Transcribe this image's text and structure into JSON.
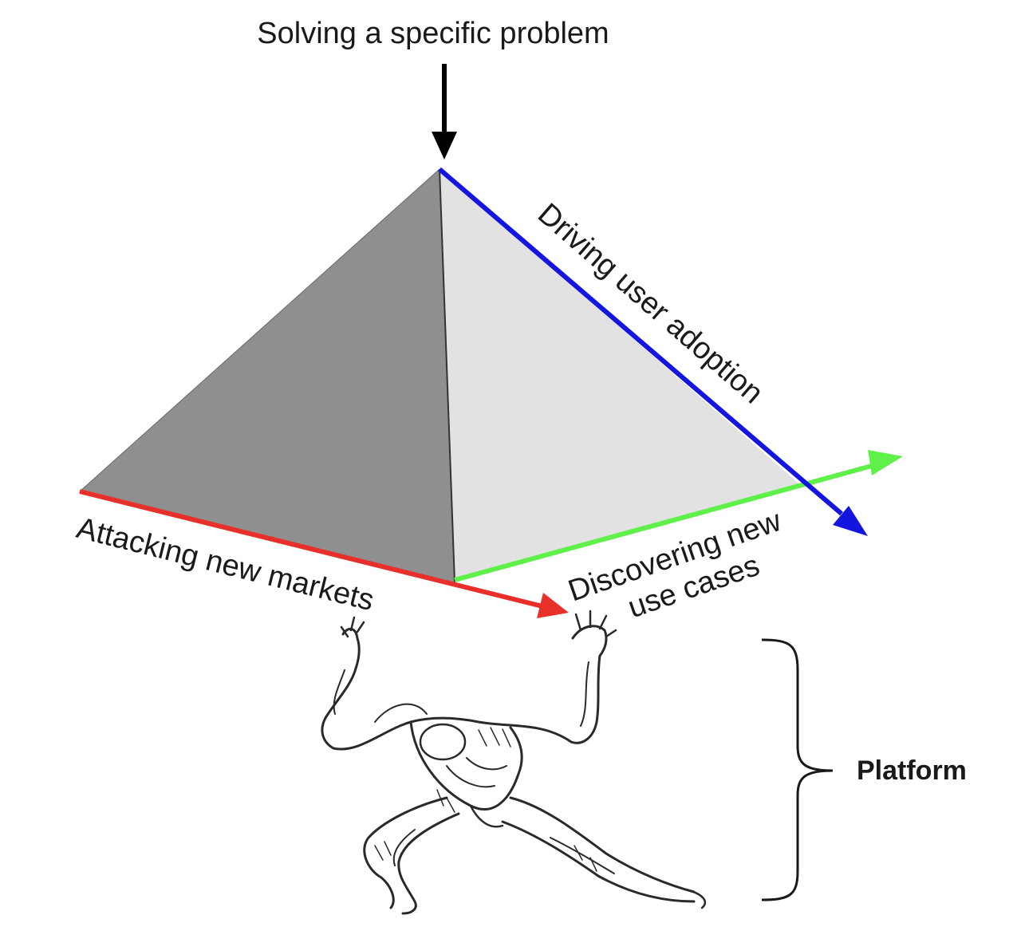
{
  "labels": {
    "top": "Solving a specific problem",
    "blue_axis": "Driving user adoption",
    "red_axis": "Attacking new markets",
    "green_axis_line1": "Discovering new",
    "green_axis_line2": "use cases",
    "platform": "Platform"
  },
  "colors": {
    "left_face": "#8f8f8f",
    "right_face": "#e2e2e2",
    "blue_axis": "#1515e0",
    "red_axis": "#e8302a",
    "green_axis": "#5ff04a",
    "top_arrow": "#000000"
  },
  "figure": {
    "description_icon": "atlas-figure-sketch-icon",
    "bracket_icon": "right-curly-bracket-icon"
  }
}
